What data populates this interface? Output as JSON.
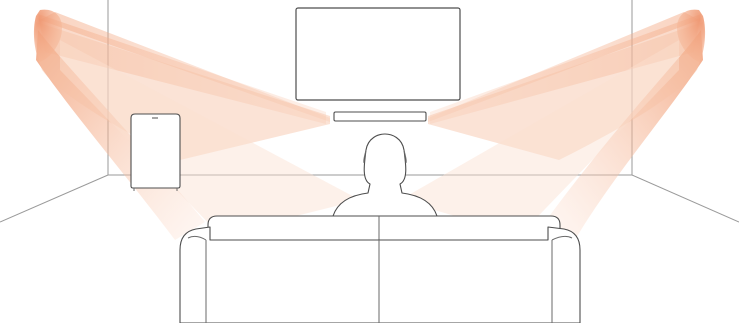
{
  "scene": {
    "description_label": "",
    "colors": {
      "background": "#ffffff",
      "room_lines": "#9a9a9a",
      "furniture_lines": "#4d4d4d",
      "sound_beam": "#f2a27e",
      "sound_beam_light": "#fbe3d6"
    },
    "objects": [
      "tv",
      "soundbar",
      "subwoofer",
      "sofa",
      "listener",
      "left-sound-beam",
      "right-sound-beam"
    ]
  }
}
